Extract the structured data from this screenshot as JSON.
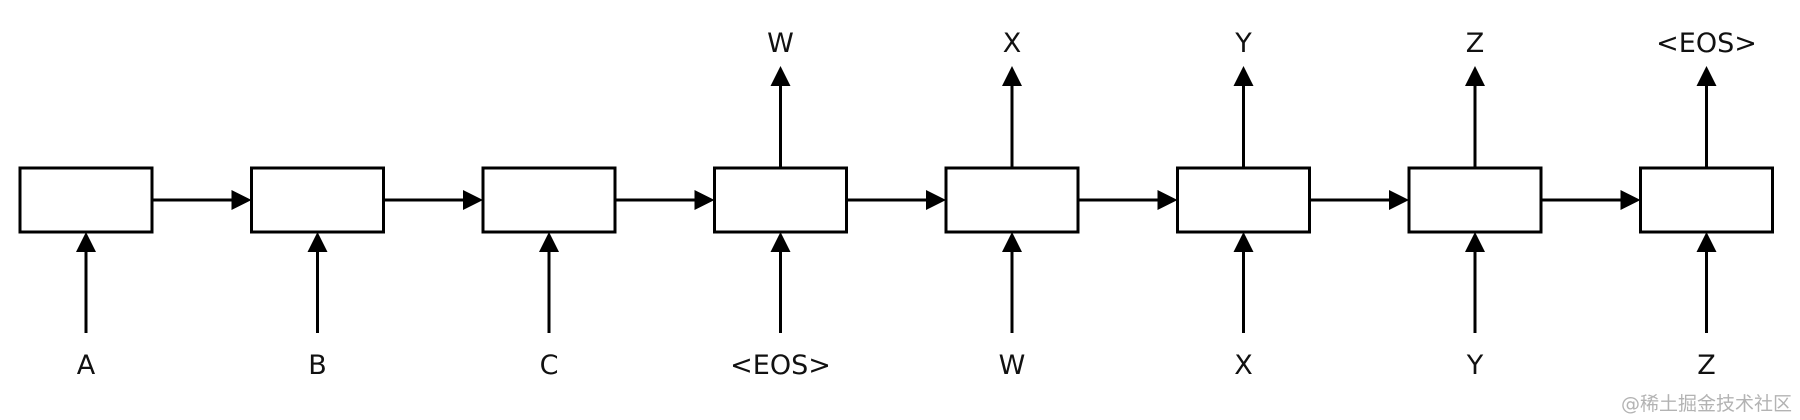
{
  "diagram": {
    "cells": [
      {
        "input": "A",
        "output": ""
      },
      {
        "input": "B",
        "output": ""
      },
      {
        "input": "C",
        "output": ""
      },
      {
        "input": "<EOS>",
        "output": "W"
      },
      {
        "input": "W",
        "output": "X"
      },
      {
        "input": "X",
        "output": "Y"
      },
      {
        "input": "Y",
        "output": "Z"
      },
      {
        "input": "Z",
        "output": "<EOS>"
      }
    ]
  },
  "watermark": "@稀土掘金技术社区",
  "colors": {
    "stroke": "#000000",
    "text": "#111111",
    "watermark": "#b3b3b3",
    "background": "#ffffff"
  }
}
